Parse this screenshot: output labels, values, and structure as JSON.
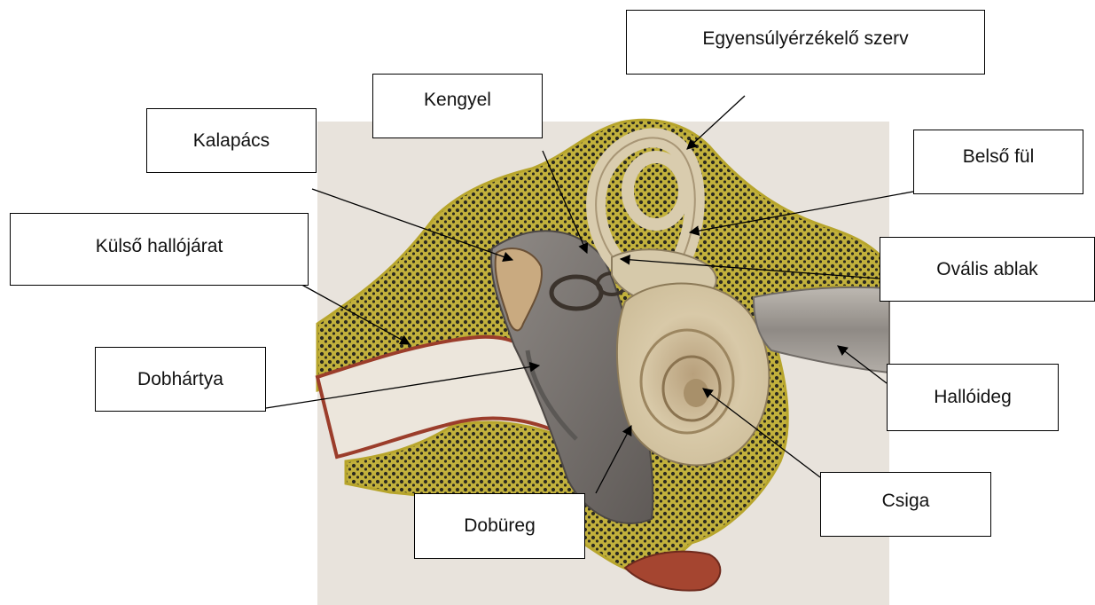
{
  "labels": {
    "kalapacs": "Kalapács",
    "kengyel": "Kengyel",
    "egyensuly": "Egyensúlyérzékelő szerv",
    "belso_ful": "Belső fül",
    "kulso_hallojarat": "Külső hallójárat",
    "ovalis_ablak": "Ovális ablak",
    "dobhartya": "Dobhártya",
    "halloideg": "Hallóideg",
    "csiga": "Csiga",
    "dobureg": "Dobüreg"
  },
  "colors": {
    "paper": "#e7e2da",
    "bone_yellow": "#bfae35",
    "bone_cell": "#2b2a20",
    "canal_red": "#a5432e",
    "cochlea_cream": "#dccfb1",
    "cavity_grey": "#77726f",
    "nerve_grey": "#a7a29c",
    "ossicle_tan": "#c7a77c",
    "leader_line": "#000000"
  }
}
